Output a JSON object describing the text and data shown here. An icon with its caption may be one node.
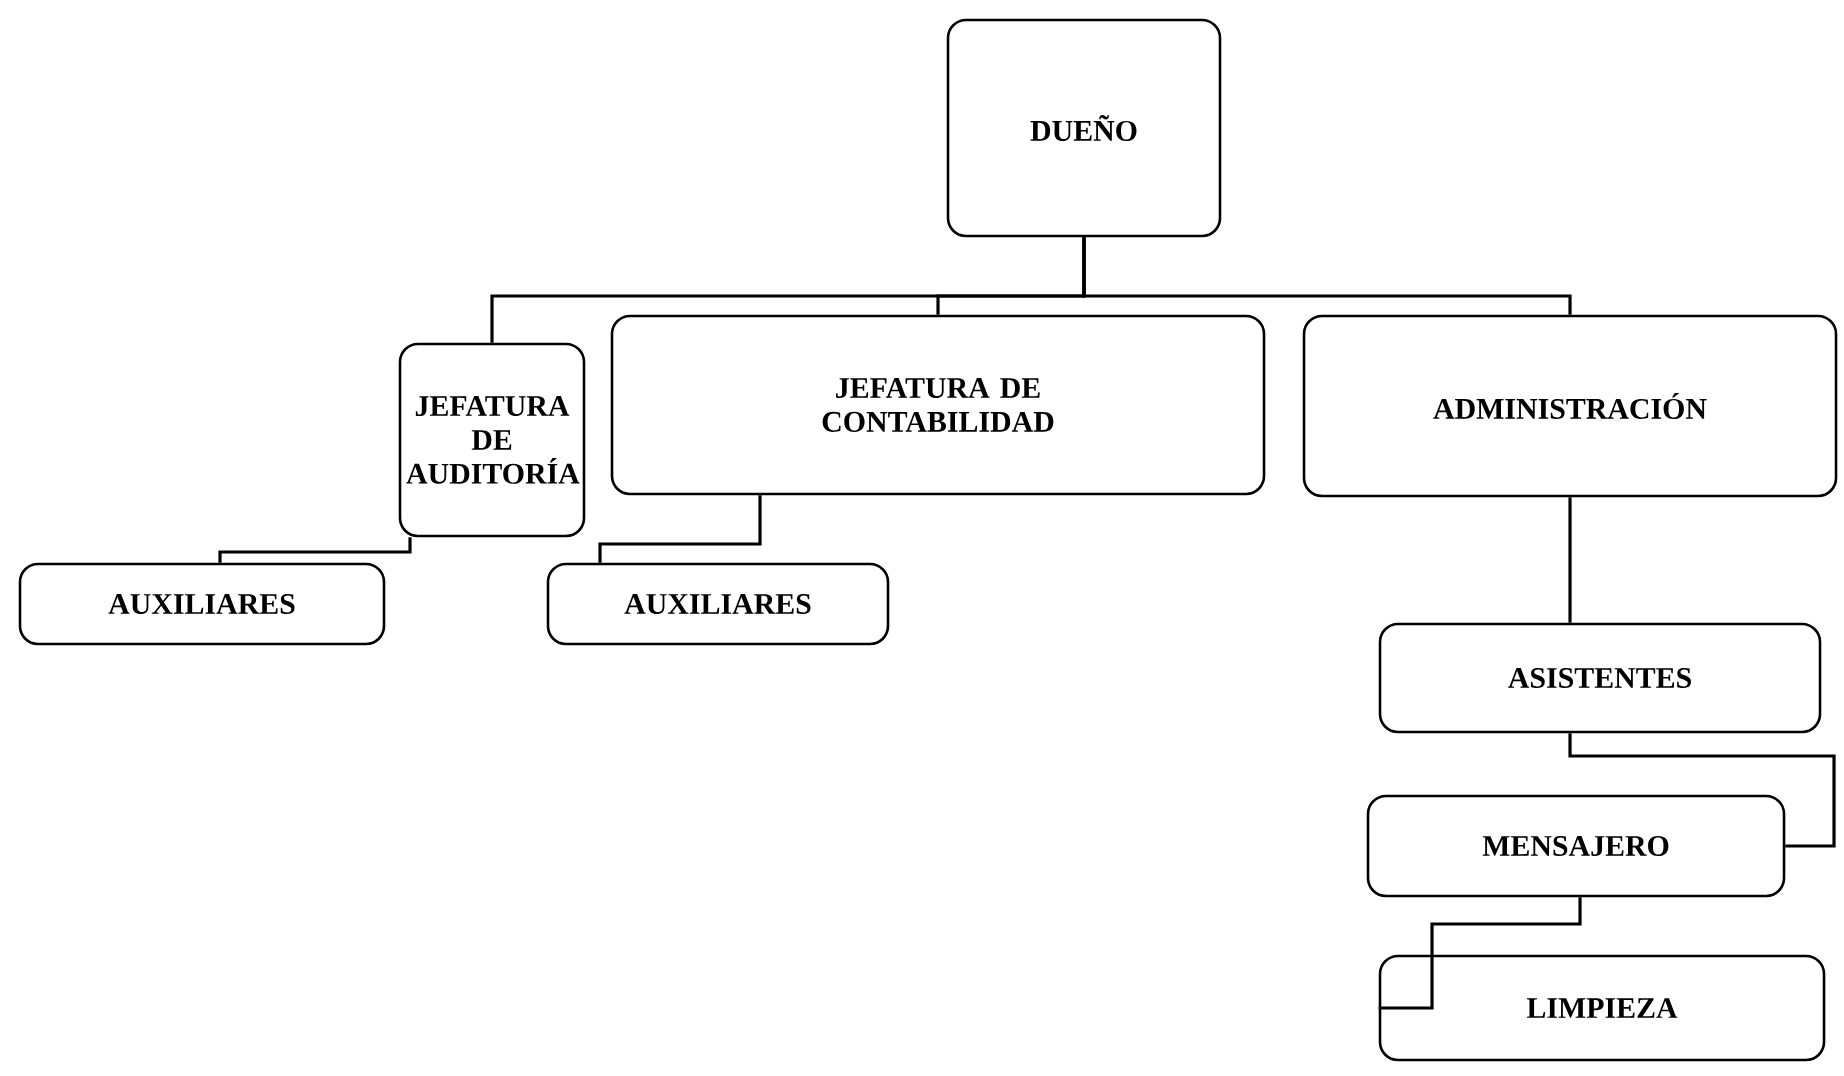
{
  "diagram": {
    "nodes": [
      {
        "text": [
          "DUEÑO"
        ]
      },
      {
        "text": [
          "JEFATURA DE AUDITORÍA"
        ]
      },
      {
        "text": [
          "JEFATURA DE CONTABILIDAD"
        ]
      },
      {
        "text": [
          "ADMINISTRACIÓN"
        ]
      },
      {
        "text": [
          "AUXILIARES"
        ]
      },
      {
        "text": [
          "AUXILIARES"
        ]
      },
      {
        "text": [
          "ASISTENTES"
        ]
      },
      {
        "text": [
          "MENSAJERO"
        ]
      },
      {
        "text": [
          "LIMPIEZA"
        ]
      }
    ],
    "edges": [
      {
        "from": 0,
        "to": 1,
        "arrow": "none"
      },
      {
        "from": 0,
        "to": 2,
        "arrow": "none"
      },
      {
        "from": 0,
        "to": 3,
        "arrow": "none"
      },
      {
        "from": 1,
        "to": 4,
        "arrow": "none"
      },
      {
        "from": 2,
        "to": 5,
        "arrow": "none"
      },
      {
        "from": 3,
        "to": 6,
        "arrow": "none"
      },
      {
        "from": 6,
        "to": 7,
        "arrow": "none"
      },
      {
        "from": 7,
        "to": 8,
        "arrow": "none"
      }
    ]
  }
}
